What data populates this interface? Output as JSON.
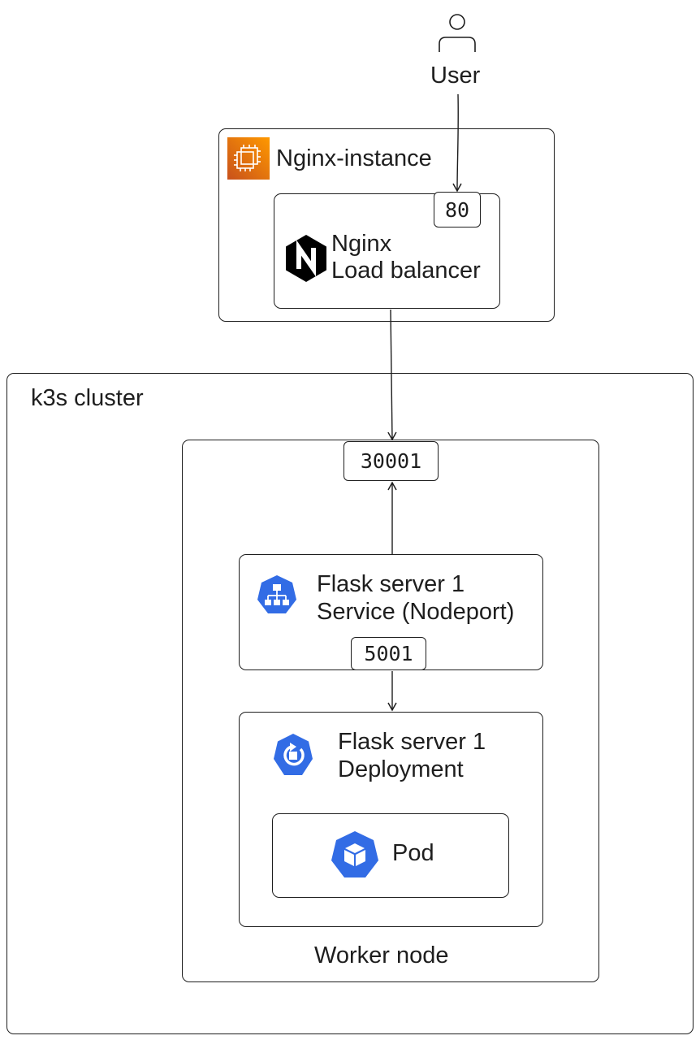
{
  "user": {
    "label": "User",
    "icon": "user-icon"
  },
  "nginx_instance": {
    "title": "Nginx-instance",
    "icon": "ec2-instance-icon",
    "icon_color": "#ED7100",
    "load_balancer": {
      "port": "80",
      "icon": "nginx-logo-icon",
      "line1": "Nginx",
      "line2": "Load balancer"
    }
  },
  "cluster": {
    "title": "k3s cluster",
    "worker_node": {
      "label": "Worker node",
      "node_port": "30001",
      "service": {
        "icon": "kubernetes-service-icon",
        "line1": "Flask server 1",
        "line2": "Service (Nodeport)",
        "port": "5001"
      },
      "deployment": {
        "icon": "kubernetes-deployment-icon",
        "line1": "Flask server 1",
        "line2": "Deployment",
        "pod": {
          "icon": "kubernetes-pod-icon",
          "label": "Pod"
        }
      }
    }
  },
  "colors": {
    "kubernetes_blue": "#326CE5",
    "aws_orange": "#ED7100",
    "stroke": "#1e1e1e"
  }
}
